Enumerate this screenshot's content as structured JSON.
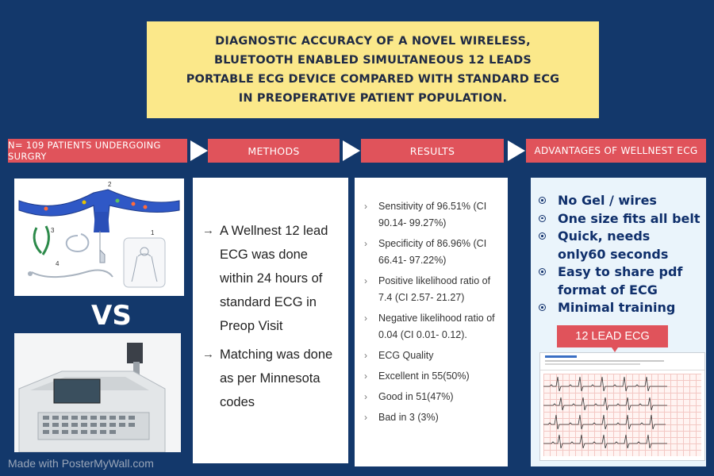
{
  "title": "DIAGNOSTIC ACCURACY OF A NOVEL WIRELESS,\nBLUETOOTH ENABLED SIMULTANEOUS 12 LEADS\nPORTABLE ECG DEVICE COMPARED WITH STANDARD ECG\nIN PREOPERATIVE PATIENT POPULATION.",
  "banners": {
    "patients": "N= 109 PATIENTS UNDERGOING SURGRY",
    "methods": "METHODS",
    "results": "RESULTS",
    "advantages": "ADVANTAGES OF WELLNEST ECG"
  },
  "vs_label": "VS",
  "device_labels": [
    "2",
    "3",
    "1",
    "4"
  ],
  "methods": [
    "A Wellnest 12 lead ECG was done within 24 hours of standard ECG in Preop Visit",
    "Matching was done as per Minnesota codes"
  ],
  "results": [
    "Sensitivity of 96.51% (CI 90.14- 99.27%)",
    "Specificity of 86.96% (CI 66.41- 97.22%)",
    "Positive likelihood ratio of 7.4 (CI 2.57- 21.27)",
    "Negative likelihood ratio of 0.04 (CI 0.01- 0.12).",
    "ECG Quality",
    "Excellent in 55(50%)",
    "Good in 51(47%)",
    " Bad in 3 (3%)"
  ],
  "advantages": [
    "No Gel / wires",
    "One size fits all belt",
    "Quick, needs only60 seconds",
    "Easy to share pdf format of ECG",
    "Minimal training"
  ],
  "ecg_label": "12 LEAD ECG",
  "watermark": "Made with PosterMyWall.com",
  "colors": {
    "background": "#13386b",
    "title_bg": "#fbe88a",
    "banner": "#e0535b",
    "advantages_bg": "#eaf4fb",
    "text_dark": "#0f2f6b"
  }
}
